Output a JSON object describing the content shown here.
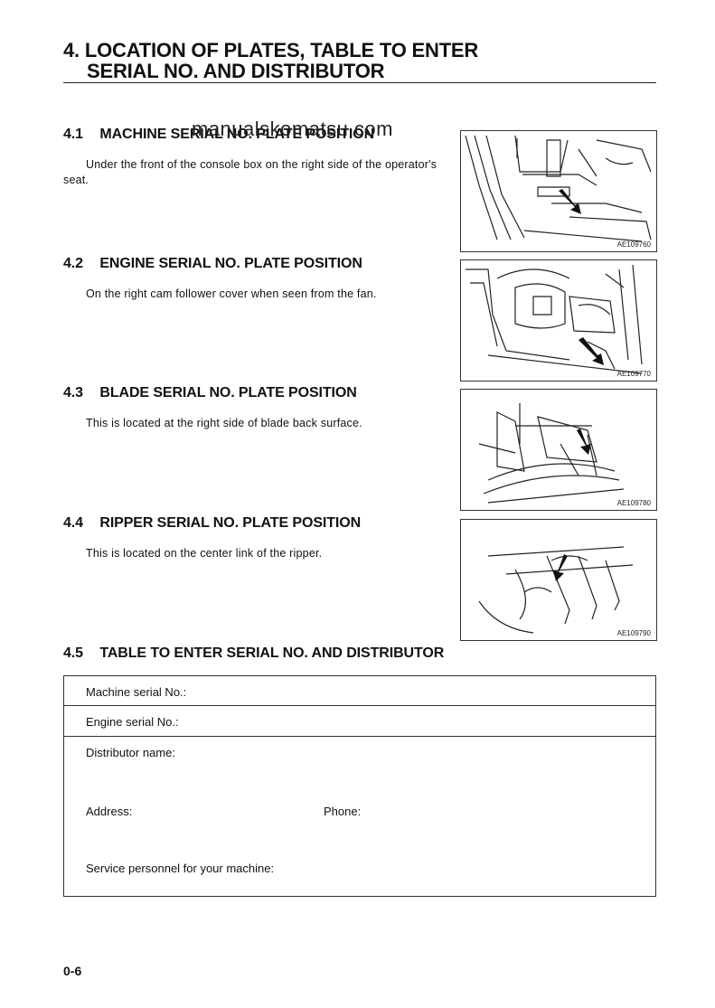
{
  "chapter": {
    "line1": "4. LOCATION OF PLATES, TABLE TO ENTER",
    "line2": "SERIAL NO. AND DISTRIBUTOR"
  },
  "watermark": "manualskomatsu.com",
  "sections": [
    {
      "num": "4.1",
      "title": "MACHINE SERIAL NO. PLATE POSITION",
      "text": "Under the front of the console box on the right side of the operator's seat.",
      "figure_code": "AE109760"
    },
    {
      "num": "4.2",
      "title": "ENGINE SERIAL NO. PLATE POSITION",
      "text": "On the right cam follower cover when seen from the fan.",
      "figure_code": "AE109770"
    },
    {
      "num": "4.3",
      "title": "BLADE SERIAL NO. PLATE POSITION",
      "text": "This is located at the right side of blade back surface.",
      "figure_code": "AE109780"
    },
    {
      "num": "4.4",
      "title": "RIPPER SERIAL NO. PLATE POSITION",
      "text": "This is located on the center link of the ripper.",
      "figure_code": "AE109790"
    },
    {
      "num": "4.5",
      "title": "TABLE TO ENTER SERIAL NO. AND DISTRIBUTOR"
    }
  ],
  "table": {
    "machine_serial": "Machine serial No.:",
    "engine_serial": "Engine serial No.:",
    "distributor": "Distributor name:",
    "address": "Address:",
    "phone": "Phone:",
    "service": "Service personnel for your machine:"
  },
  "page_number": "0-6"
}
